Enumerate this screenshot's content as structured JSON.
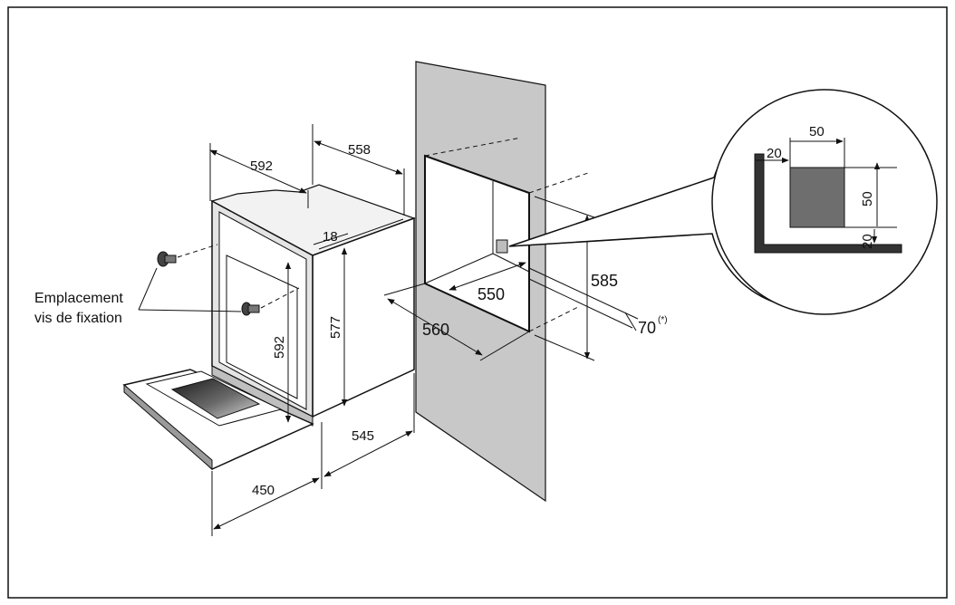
{
  "labels": {
    "screw_location_line1": "Emplacement",
    "screw_location_line2": "vis de fixation"
  },
  "dimensions": {
    "oven_width": "592",
    "oven_depth": "558",
    "panel_thickness": "18",
    "oven_height_front": "592",
    "oven_height_side": "577",
    "door_depth": "450",
    "base_depth": "545",
    "niche_width_top": "550",
    "niche_depth": "560",
    "niche_height": "585",
    "rear_gap": "70",
    "rear_gap_note": "(*)",
    "detail_top_width": "50",
    "detail_left_offset": "20",
    "detail_height": "50",
    "detail_bottom_offset": "20"
  },
  "colors": {
    "wall": "#c8c8c8",
    "dark_fill": "#555555",
    "detail_square": "#6e6e6e"
  }
}
